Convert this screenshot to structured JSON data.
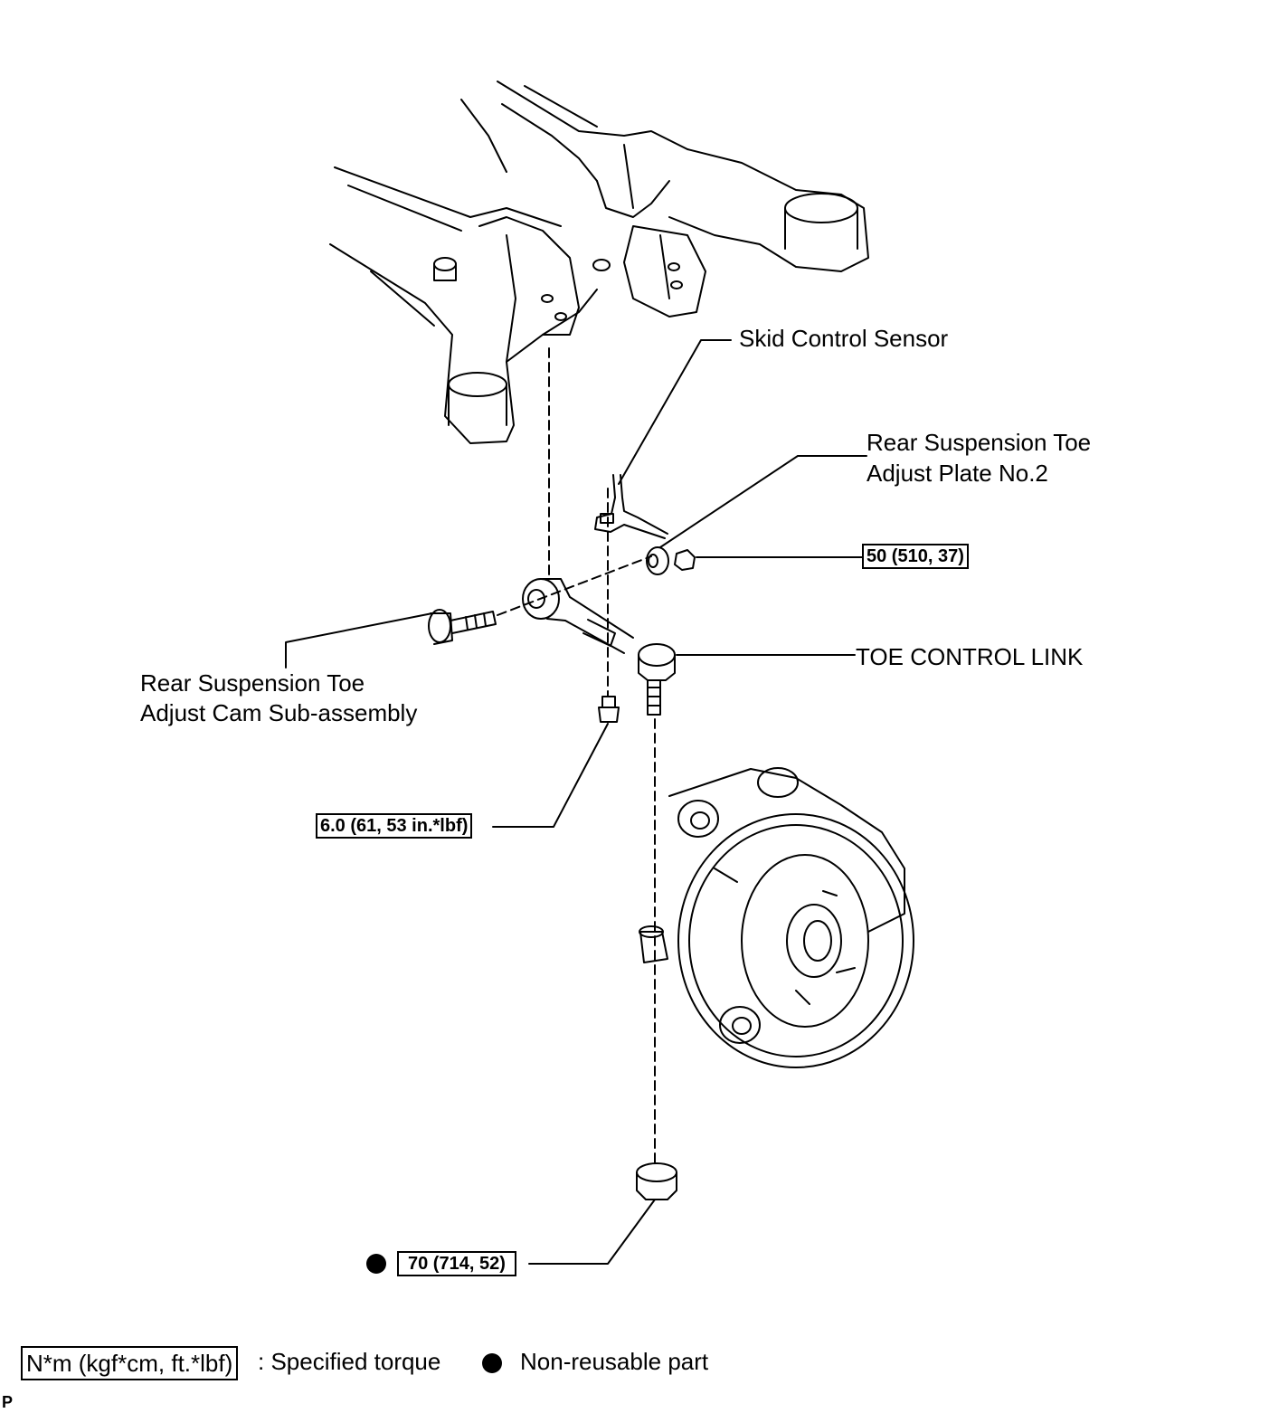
{
  "labels": {
    "skid_control_sensor": "Skid Control Sensor",
    "toe_adjust_plate": [
      "Rear Suspension Toe",
      "Adjust Plate No.2"
    ],
    "toe_control_link": "TOE CONTROL LINK",
    "toe_adjust_cam": [
      "Rear Suspension Toe",
      "Adjust Cam Sub-assembly"
    ]
  },
  "torques": {
    "nut_upper": "50 (510, 37)",
    "sensor_bolt": "6.0 (61, 53 in.*lbf)",
    "nut_lower": "70 (714, 52)"
  },
  "legend": {
    "torque_box": "N*m (kgf*cm, ft.*lbf)",
    "torque_text": ": Specified torque",
    "nonreusable_text": "Non-reusable part"
  },
  "corner_mark": "P"
}
